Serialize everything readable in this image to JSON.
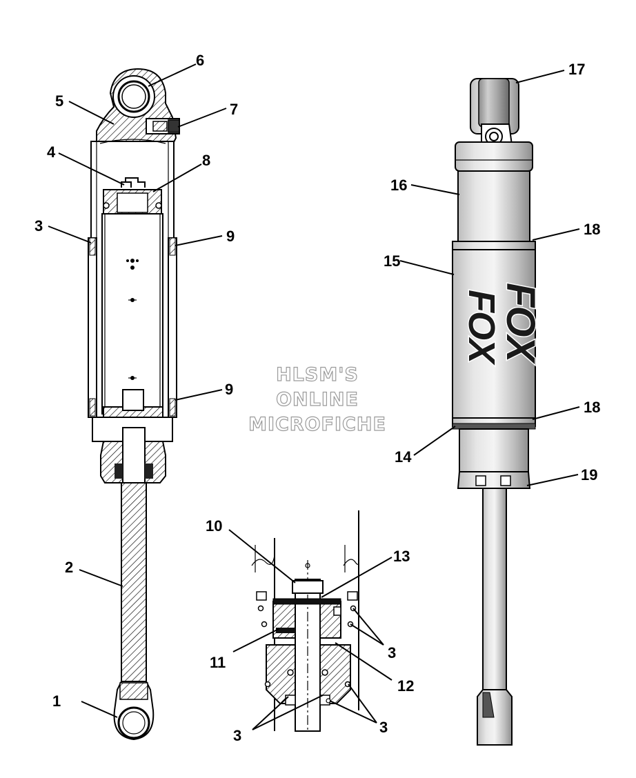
{
  "watermark": {
    "line1": "HLSM'S",
    "line2": "ONLINE",
    "line3": "MICROFICHE"
  },
  "brand_text": "FOX",
  "callouts": [
    {
      "id": "c1",
      "label": "1"
    },
    {
      "id": "c2",
      "label": "2"
    },
    {
      "id": "c3a",
      "label": "3"
    },
    {
      "id": "c4",
      "label": "4"
    },
    {
      "id": "c5",
      "label": "5"
    },
    {
      "id": "c6",
      "label": "6"
    },
    {
      "id": "c7",
      "label": "7"
    },
    {
      "id": "c8",
      "label": "8"
    },
    {
      "id": "c9a",
      "label": "9"
    },
    {
      "id": "c9b",
      "label": "9"
    },
    {
      "id": "c10",
      "label": "10"
    },
    {
      "id": "c11",
      "label": "11"
    },
    {
      "id": "c12",
      "label": "12"
    },
    {
      "id": "c13",
      "label": "13"
    },
    {
      "id": "c3b",
      "label": "3"
    },
    {
      "id": "c3c",
      "label": "3"
    },
    {
      "id": "c3d",
      "label": "3"
    },
    {
      "id": "c14",
      "label": "14"
    },
    {
      "id": "c15",
      "label": "15"
    },
    {
      "id": "c16",
      "label": "16"
    },
    {
      "id": "c17",
      "label": "17"
    },
    {
      "id": "c18a",
      "label": "18"
    },
    {
      "id": "c18b",
      "label": "18"
    },
    {
      "id": "c19",
      "label": "19"
    }
  ]
}
